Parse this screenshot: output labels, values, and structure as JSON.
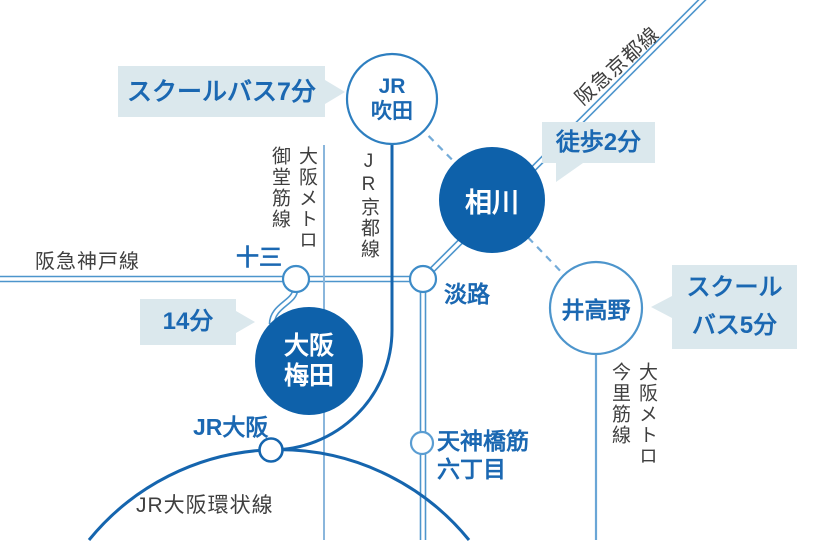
{
  "colors": {
    "deep_blue": "#0e61aa",
    "jr_blue": "#1565ae",
    "hankyu_blue": "#4d95cc",
    "thin_blue": "#8ab6dc",
    "imazato_blue": "#6aa6d6",
    "dash_blue": "#74abd8",
    "text_blue": "#1b68b2",
    "dark_text": "#3f3f3f",
    "callout_bg": "#dbe8ed"
  },
  "map": {
    "stations": {
      "jr_suita": "JR\n吹田",
      "aikawa": "相川",
      "juso": "十三",
      "awaji": "淡路",
      "itakano": "井高野",
      "osaka_umeda": "大阪\n梅田",
      "jr_osaka": "JR大阪",
      "tenjimbashisuji_6chome": "天神橋筋\n六丁目"
    },
    "line_labels": {
      "hankyu_kyoto": "阪急京都線",
      "hankyu_kobe": "阪急神戸線",
      "osaka_metro_midosuji": "大阪メトロ\n御堂筋線",
      "jr_kyoto": "JR京都線",
      "osaka_metro_imazato": "大阪メトロ\n今里筋線",
      "jr_osaka_loop": "JR大阪環状線"
    },
    "callouts": {
      "school_bus_7min": "スクールバス7分",
      "walk_2min": "徒歩2分",
      "train_14min": "14分",
      "school_bus_5min": "スクール\nバス5分"
    }
  }
}
